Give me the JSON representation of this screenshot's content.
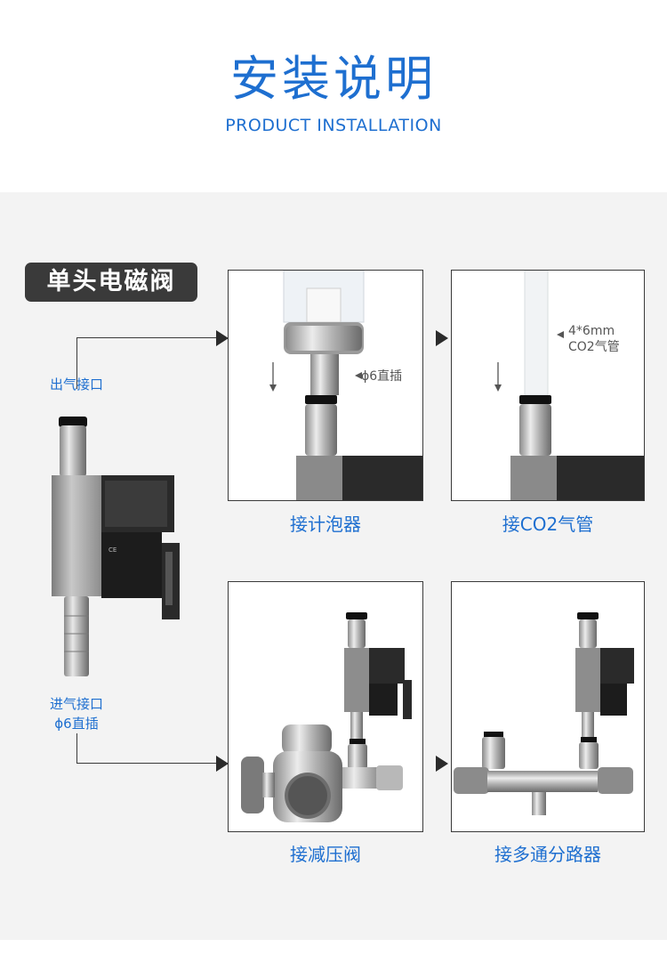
{
  "header": {
    "title": "安装说明",
    "subtitle": "PRODUCT INSTALLATION"
  },
  "section_tag": "单头电磁阀",
  "valve": {
    "outlet_label": "出气接口",
    "inlet_label_1": "进气接口",
    "inlet_label_2": "ϕ6直插"
  },
  "panels": [
    {
      "caption": "接计泡器",
      "annotation": "ϕ6直插"
    },
    {
      "caption": "接CO2气管",
      "annotation_1": "4*6mm",
      "annotation_2": "CO2气管"
    },
    {
      "caption": "接减压阀"
    },
    {
      "caption": "接多通分路器"
    }
  ]
}
